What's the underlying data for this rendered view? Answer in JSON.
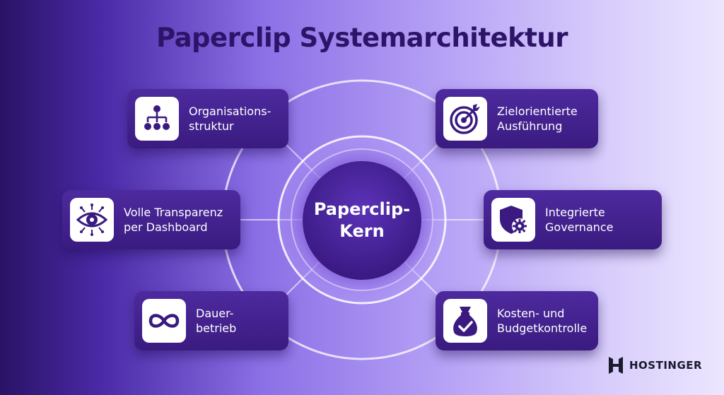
{
  "title": "Paperclip Systemarchitektur",
  "core": {
    "label": "Paperclip-\nKern"
  },
  "nodes": [
    {
      "label": "Organisations-\nstruktur",
      "icon": "org-chart-icon"
    },
    {
      "label": "Zielorientierte\nAusführung",
      "icon": "target-icon"
    },
    {
      "label": "Volle Transparenz\nper Dashboard",
      "icon": "eye-icon"
    },
    {
      "label": "Integrierte\nGovernance",
      "icon": "shield-gear-icon"
    },
    {
      "label": "Dauer-\nbetrieb",
      "icon": "infinity-icon"
    },
    {
      "label": "Kosten- und\nBudgetkontrolle",
      "icon": "money-bag-icon"
    }
  ],
  "brand": {
    "name": "HOSTINGER",
    "icon": "hostinger-logo"
  },
  "colors": {
    "title": "#2d1468",
    "card": "#3f1f88",
    "icon": "#3a1a80",
    "ring": "#ffffff"
  }
}
